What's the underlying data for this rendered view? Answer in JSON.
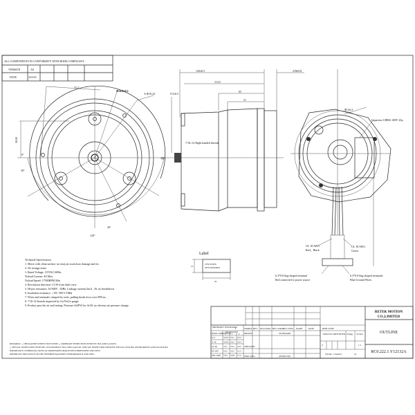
{
  "header": {
    "rohs": "ALL COMPONENTS IN CONFORMITY WITH ROHS COMPLIANT.",
    "version_label": "VERSION",
    "version_value": "A0",
    "date_label": "DATE",
    "date_value": "211119"
  },
  "front_view": {
    "dim_width": "71.7",
    "dim_height": "56.82",
    "phi_label": "Φ54.8±0.3",
    "holes": "3×Φ10.24",
    "angle_left": "30°",
    "angle_right": "35°",
    "angle_bottom": "26°",
    "angle_120": "120°",
    "angle_small": "6°"
  },
  "side_view": {
    "dim_overall": "120±0.5",
    "dim_max": "21MAX",
    "dim_114": "114.5",
    "dim_65": "65",
    "dim_51": "51",
    "dim_shaft": "9.5±0.5",
    "thread": "7/16×14 Right handed threads",
    "shaft_dim": "12°"
  },
  "rear_view": {
    "diameter": "Φ144.4",
    "capacitor": "Capacitor:CBB61 400V 20μ",
    "wire_left": "UL 18 AWG",
    "wire_left_color": "Red，Black",
    "wire_right": "UL 18 AWG",
    "wire_right_color": "Green",
    "term_left_1": "6.3*0.8 flag-shaped terminal",
    "term_left_2": "Red connected to power source",
    "term_right_1": "6.3*0.8 flag-shaped terminals",
    "term_right_2": "Blue Ground Wires"
  },
  "label": {
    "title": "Label",
    "line1": "CPN:333PSC",
    "line2": "XPN:2020X0001",
    "height": "10",
    "width": "26"
  },
  "spec": {
    "title": "Technical Specification",
    "items": [
      "1.  Motor with clean surface, no rusty,no scratch,no damage and etc.",
      "2.  No strange noise",
      "3.  Rated Voltage:  115VAC 60Hz;",
      "     Noload Current:  4A Max.",
      "     Noload Speed: 17500RPM Min",
      "4.  Revolution direction:  CCW  from shaft view.",
      "5.  Hi-pot resistance:  AC900V , 50Hz.  Leakage current≤5mA ,  3S, no breakdown",
      "6.  Insulation resistance:  > DC 500 V/1MΩ",
      "7.  Wires and terminals crimped by tools, pulling break force over 89N.m.;",
      "8.  7/16-14 threads inspected by Go/NoGo gauge.",
      "9.  Product pass the air seal testing: Pressure 4±5PSI for 4±5S, no obvious air pressure change."
    ]
  },
  "remarks": {
    "line1": "REMARKS:  △  OBLIGATORY INSPECTION ITEMS  △  ORDINARY INSPECTION ITEMS BY JIGS AND GAUGES.",
    "line2": "△  SPECIAL INSPECTION ITEMS BY CUSTOM-BUILT JIGS AND GAUGES.    SPECIAL INSPECTION ITEMS BY SPECIAL TESTING INSTRUMENTS AND FACILITIES.",
    "line3": "IMPORTANCE SYMBOL(★) CRITICAL DIMENSIONS REQUESTED DIMENSIONS AND SPEC.",
    "line4": "IMPORTANT INFLUENCE ON THE FINISHED MACHINE'S PERFORMANCE AND SPEC."
  },
  "title_block": {
    "company_1": "RETEK MOTION",
    "company_2": "CO.,LIMITED",
    "doc_name": "OUTLINE",
    "doc_number": "RC0.222.1.Y12132A",
    "ordinary_tolerance": "ORDINARY TOLERANCE",
    "tol_grade": "I",
    "basic_dimension": "BASIC DIMENSION",
    "tolerance": "TOLERANCE",
    "tol_cols": [
      "I",
      "J",
      "L"
    ],
    "tol_rows": [
      [
        "0~3",
        "±0.05",
        "±0.1",
        "±0.2"
      ],
      [
        "3~16",
        "±0.05",
        "±0.2",
        "±0.3"
      ],
      [
        "16~65",
        "±0.1",
        "±0.3",
        "±0.5"
      ],
      [
        "65~200",
        "±0.2",
        "±0.5",
        "±1.2"
      ],
      [
        "200~1000",
        "±0.3",
        "±0.8",
        "±1.2"
      ]
    ],
    "marks": "MARKS",
    "rev": "REV.",
    "old_data": "OLD DATA",
    "rev_data": "REV. DATA",
    "rev_dwg": "REV. DWG",
    "name": "NAME",
    "date": "DATE",
    "bom_code": "BOM CODE",
    "drawn": "DRAWN",
    "standard": "STANDARD",
    "checked": "CHECKED",
    "proc": "PROC.DEG",
    "approved": "APPROVED",
    "process_identifier": "PROCESS IDENTIFIER",
    "weight": "Wt(kg)",
    "scale": "SCALE",
    "stage": "S",
    "scale_value": "1:1",
    "total_pages": "TOTAL: 1 PAGES",
    "page": "1#"
  }
}
